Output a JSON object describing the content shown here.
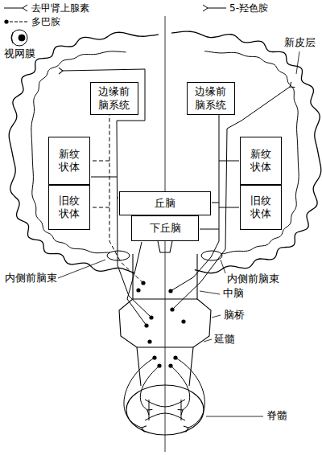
{
  "diagram": {
    "nodes": [
      {
        "text": [
          "边缘前脑系统"
        ]
      },
      {
        "text": [
          "边缘前脑系统"
        ]
      },
      {
        "text": [
          "新纹状体"
        ]
      },
      {
        "text": [
          "旧纹状体"
        ]
      },
      {
        "text": [
          "丘脑"
        ]
      },
      {
        "text": [
          "下丘脑"
        ]
      },
      {
        "text": [
          "新纹状体"
        ]
      },
      {
        "text": [
          "旧纹状体"
        ]
      }
    ],
    "labels": [
      "视网膜",
      "新皮层",
      "内侧前脑束",
      "内侧前脑束",
      "中脑",
      "脑桥",
      "延髓",
      "脊髓"
    ],
    "legend": [
      {
        "text": "去甲肾上腺素"
      },
      {
        "text": "多巴胺"
      },
      {
        "text": "5-羟色胺"
      }
    ]
  }
}
